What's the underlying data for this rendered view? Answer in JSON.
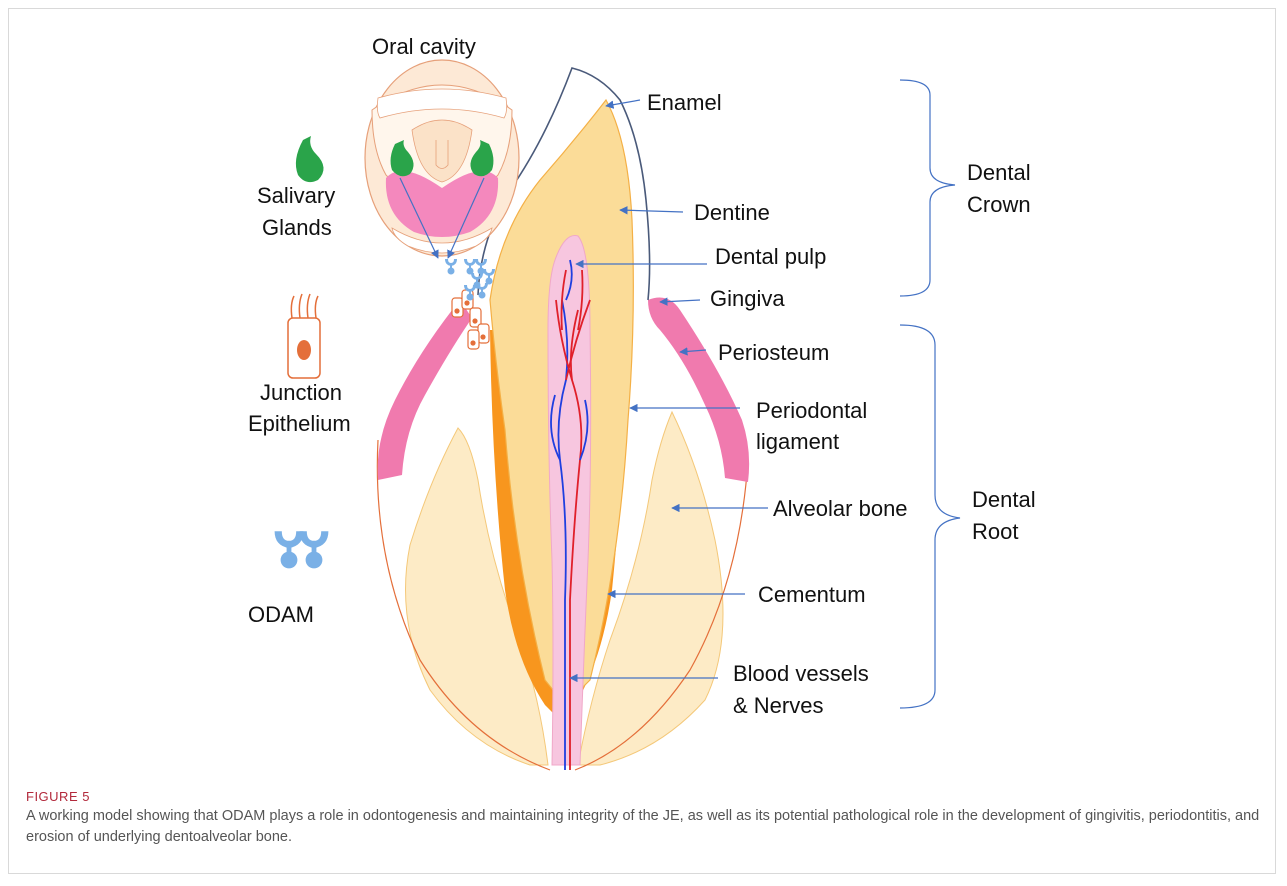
{
  "labels": {
    "oral_cavity": "Oral cavity",
    "salivary_1": "Salivary",
    "salivary_2": "Glands",
    "junction_1": "Junction",
    "junction_2": "Epithelium",
    "odam": "ODAM",
    "enamel": "Enamel",
    "dentine": "Dentine",
    "dental_pulp": "Dental pulp",
    "gingiva": "Gingiva",
    "periosteum": "Periosteum",
    "periodontal_1": "Periodontal",
    "periodontal_2": "ligament",
    "alveolar_bone": "Alveolar bone",
    "cementum": "Cementum",
    "blood_1": "Blood vessels",
    "blood_2": "& Nerves",
    "crown_1": "Dental",
    "crown_2": "Crown",
    "root_1": "Dental",
    "root_2": "Root"
  },
  "caption": {
    "title": "FIGURE 5",
    "text": "A working model showing that ODAM plays a role in odontogenesis and maintaining integrity of the JE, as well as its potential pathological role in the development of gingivitis, periodontitis, and erosion of underlying dentoalveolar bone."
  },
  "colors": {
    "enamel_outline": "#4a5a7a",
    "dentine": "#fbdc98",
    "pulp": "#f7c6df",
    "gingiva": "#f07aae",
    "cementum": "#f8961e",
    "bone": "#fdebc6",
    "gland": "#2aa44a",
    "odam": "#7ab0e6",
    "arrow": "#4472c4",
    "caption_title": "#b2293b"
  }
}
